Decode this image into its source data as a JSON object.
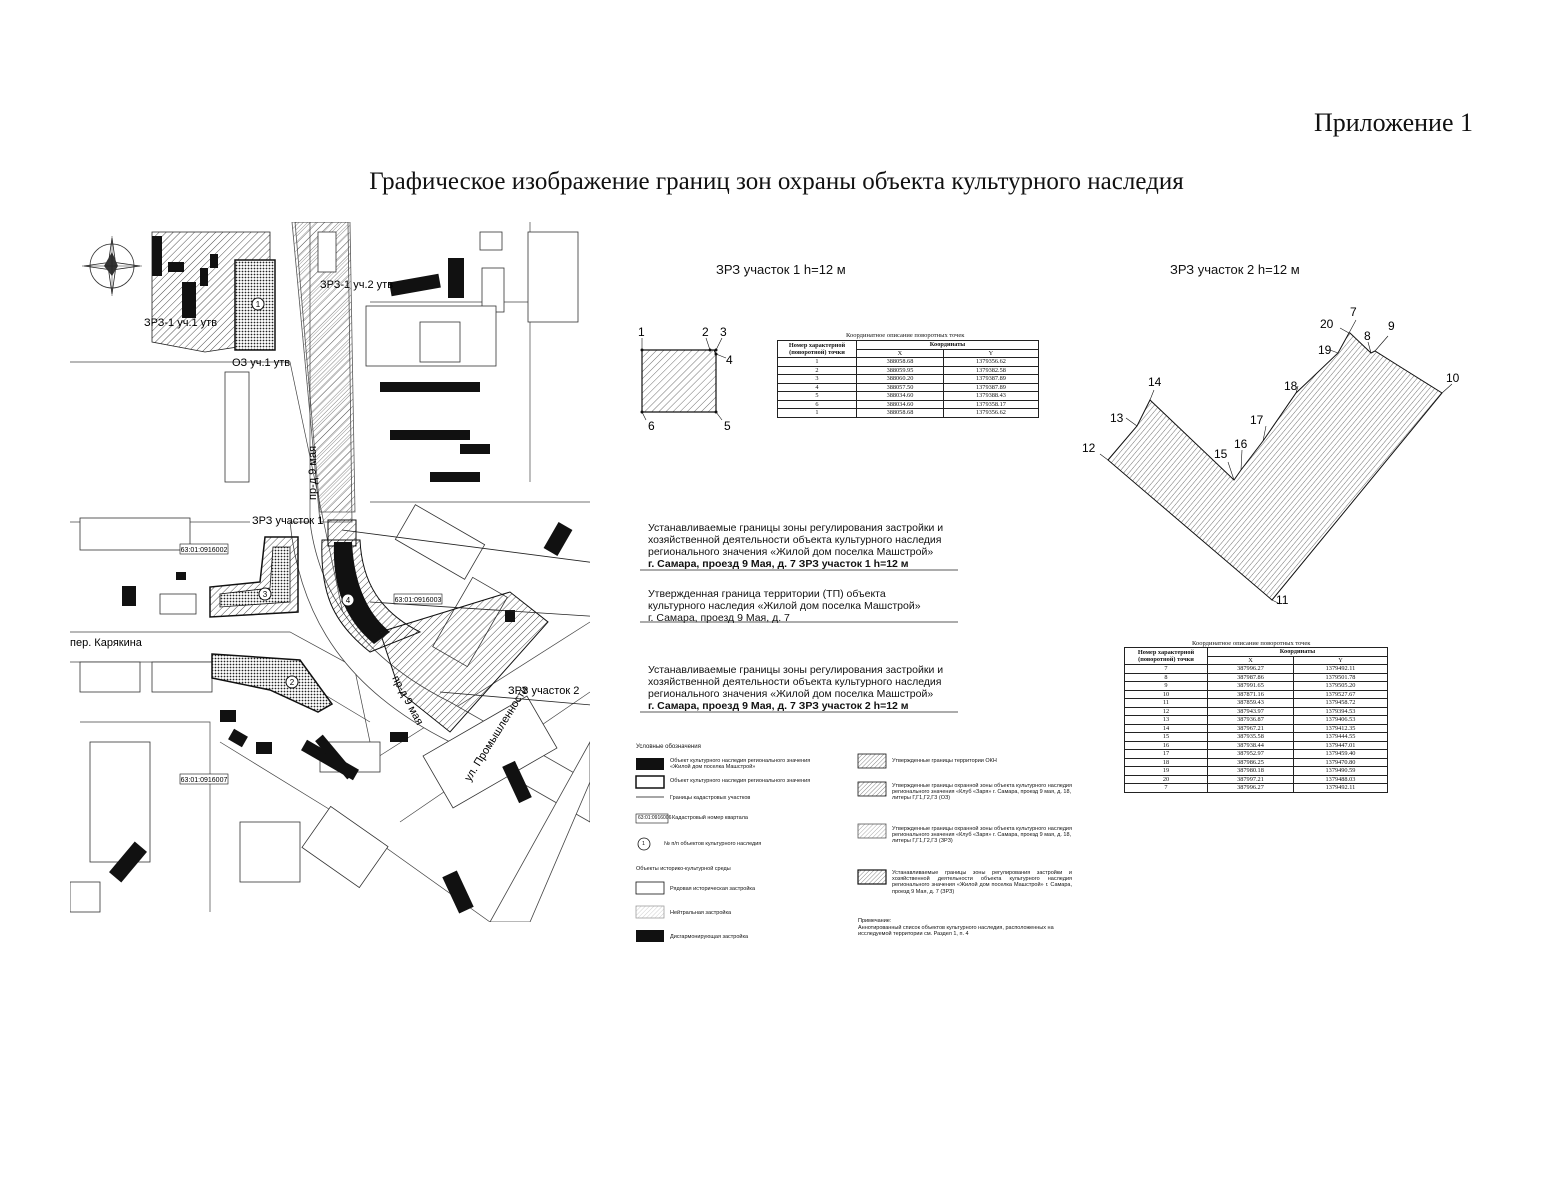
{
  "header": {
    "appendix": "Приложение 1",
    "title": "Графическое изображение границ зон охраны объекта культурного наследия"
  },
  "map": {
    "labels": {
      "zrz1_uch1": "ЗРЗ-1 уч.1 утв",
      "zrz1_uch2": "ЗРЗ-1 уч.2 утв",
      "oz_uch1": "ОЗ уч.1 утв",
      "zrz_uchastok1": "ЗРЗ участок 1",
      "zrz_uchastok2": "ЗРЗ участок 2",
      "street_9maya_vert": "пр-д 9 мая",
      "street_9maya_diag": "пр-д 9 мая",
      "street_karyakina": "пер. Карякина",
      "street_promyshlennosti": "ул. Промышленности",
      "cad1": "63:01:0916002",
      "cad2": "63:01:0916003",
      "cad3": "63:01:0916007",
      "obj1": "1",
      "obj2": "2",
      "obj3": "3",
      "obj4": "4"
    }
  },
  "notes": [
    {
      "lines": [
        "Устанавливаемые границы зоны регулирования застройки и",
        "хозяйственной деятельности объекта культурного наследия",
        "регионального значения «Жилой дом поселка Машстрой»",
        "г. Самара, проезд 9 Мая, д. 7 ЗРЗ участок 1  h=12 м"
      ]
    },
    {
      "lines": [
        "Утвержденная граница территории (ТП) объекта",
        "культурного наследия «Жилой дом поселка Машстрой»",
        "г. Самара, проезд 9 Мая, д. 7"
      ]
    },
    {
      "lines": [
        "Устанавливаемые границы зоны регулирования застройки и",
        "хозяйственной деятельности объекта культурного наследия",
        "регионального значения «Жилой дом поселка Машстрой»",
        "г. Самара, проезд 9 Мая, д. 7 ЗРЗ участок 2  h=12 м"
      ]
    }
  ],
  "plot1": {
    "title": "ЗРЗ участок 1 h=12 м",
    "points": [
      "1",
      "2",
      "3",
      "4",
      "5",
      "6"
    ]
  },
  "plot2": {
    "title": "ЗРЗ участок 2  h=12 м",
    "points": [
      "7",
      "8",
      "9",
      "10",
      "11",
      "12",
      "13",
      "14",
      "15",
      "16",
      "17",
      "18",
      "19",
      "20"
    ]
  },
  "table1": {
    "caption": "Координатное описание поворотных точек",
    "header_point": "Номер характерной (поворотной) точки",
    "header_coords": "Координаты",
    "col_x": "X",
    "col_y": "Y",
    "rows": [
      [
        "1",
        "388058.68",
        "1379356.62"
      ],
      [
        "2",
        "388059.95",
        "1379382.58"
      ],
      [
        "3",
        "388060.20",
        "1379387.89"
      ],
      [
        "4",
        "388057.50",
        "1379387.89"
      ],
      [
        "5",
        "388034.60",
        "1379388.43"
      ],
      [
        "6",
        "388034.60",
        "1379358.17"
      ],
      [
        "1",
        "388058.68",
        "1379356.62"
      ]
    ]
  },
  "table2": {
    "caption": "Координатное описание поворотных точек",
    "header_point": "Номер характерной (поворотной) точки",
    "header_coords": "Координаты",
    "col_x": "X",
    "col_y": "Y",
    "rows": [
      [
        "7",
        "387996.27",
        "1379492.11"
      ],
      [
        "8",
        "387987.86",
        "1379501.78"
      ],
      [
        "9",
        "387991.65",
        "1379505.20"
      ],
      [
        "10",
        "387871.16",
        "1379527.67"
      ],
      [
        "11",
        "387859.43",
        "1379458.72"
      ],
      [
        "12",
        "387943.97",
        "1379394.53"
      ],
      [
        "13",
        "387936.87",
        "1379406.53"
      ],
      [
        "14",
        "387967.21",
        "1379412.35"
      ],
      [
        "15",
        "387935.58",
        "1379444.55"
      ],
      [
        "16",
        "387938.44",
        "1379447.01"
      ],
      [
        "17",
        "387952.97",
        "1379459.40"
      ],
      [
        "18",
        "387986.25",
        "1379470.80"
      ],
      [
        "19",
        "387980.18",
        "1379490.59"
      ],
      [
        "20",
        "387997.21",
        "1379488.03"
      ],
      [
        "7",
        "387996.27",
        "1379492.11"
      ]
    ]
  },
  "legend": {
    "title": "Условные обозначения",
    "left_items": [
      "Объект культурного наследия регионального значения «Жилой дом поселка Машстрой»",
      "Объект культурного наследия регионального значения",
      "Границы кадастровых участков",
      "Кадастровый номер квартала",
      "№ п/п объектов культурного наследия"
    ],
    "cad_sample": "63:01:0916006",
    "num_sample": "1",
    "env_title": "Объекты историко-культурной среды",
    "env_items": [
      "Рядовая историческая застройка",
      "Нейтральная застройка",
      "Дисгармонирующая застройка"
    ],
    "right_items": [
      "Утвержденные границы территории ОКН",
      "Утвержденные границы охранной зоны объекта культурного наследия регионального значения «Клуб «Заря» г. Самара, проезд 9 мая, д. 18, литеры Г,Г1,Г2,Г3 (ОЗ)",
      "Утвержденные границы охранной зоны объекта культурного наследия регионального значения «Клуб «Заря» г. Самара, проезд 9 мая, д. 18, литеры Г,Г1,Г2,Г3 (ЗРЗ)",
      "Устанавливаемые границы зоны регулирования застройки и хозяйственной деятельности объекта культурного наследия регионального значения «Жилой дом поселка Машстрой» г. Самара, проезд 9 Мая, д. 7 (ЗРЗ)"
    ],
    "remark_title": "Примечание:",
    "remark_text": "Аннотированный список объектов культурного наследия, расположенных на исследуемой территории см. Раздел 1, п. 4"
  }
}
